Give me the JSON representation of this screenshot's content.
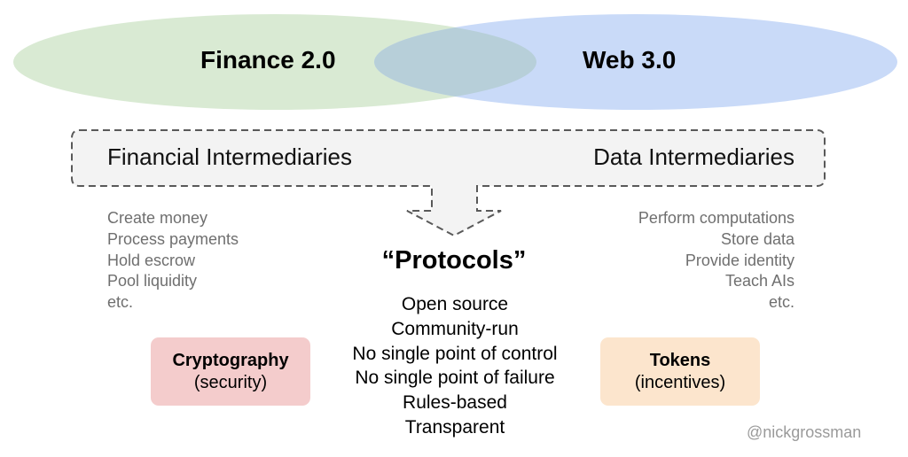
{
  "colors": {
    "finance_ellipse": "#d9ead3",
    "web_ellipse": "#c9daf8",
    "overlap": "#b7cfd9",
    "intermediaries_fill": "#f3f3f3",
    "dash_stroke": "#595959",
    "crypto_fill": "#f4cccc",
    "tokens_fill": "#fce5cd",
    "list_text": "#6f6f6f",
    "credit_text": "#9a9a9a"
  },
  "venn": {
    "left_label": "Finance 2.0",
    "right_label": "Web 3.0"
  },
  "intermediaries": {
    "left_label": "Financial Intermediaries",
    "right_label": "Data Intermediaries"
  },
  "financial_functions": [
    "Create money",
    "Process payments",
    "Hold escrow",
    "Pool liquidity",
    "etc."
  ],
  "data_functions": [
    "Perform computations",
    "Store data",
    "Provide identity",
    "Teach AIs",
    "etc."
  ],
  "protocols": {
    "title": "“Protocols”",
    "properties": [
      "Open source",
      "Community-run",
      "No single point of control",
      "No single point of failure",
      "Rules-based",
      "Transparent"
    ]
  },
  "badges": {
    "cryptography": {
      "title": "Cryptography",
      "subtitle": "(security)"
    },
    "tokens": {
      "title": "Tokens",
      "subtitle": "(incentives)"
    }
  },
  "credit": "@nickgrossman"
}
